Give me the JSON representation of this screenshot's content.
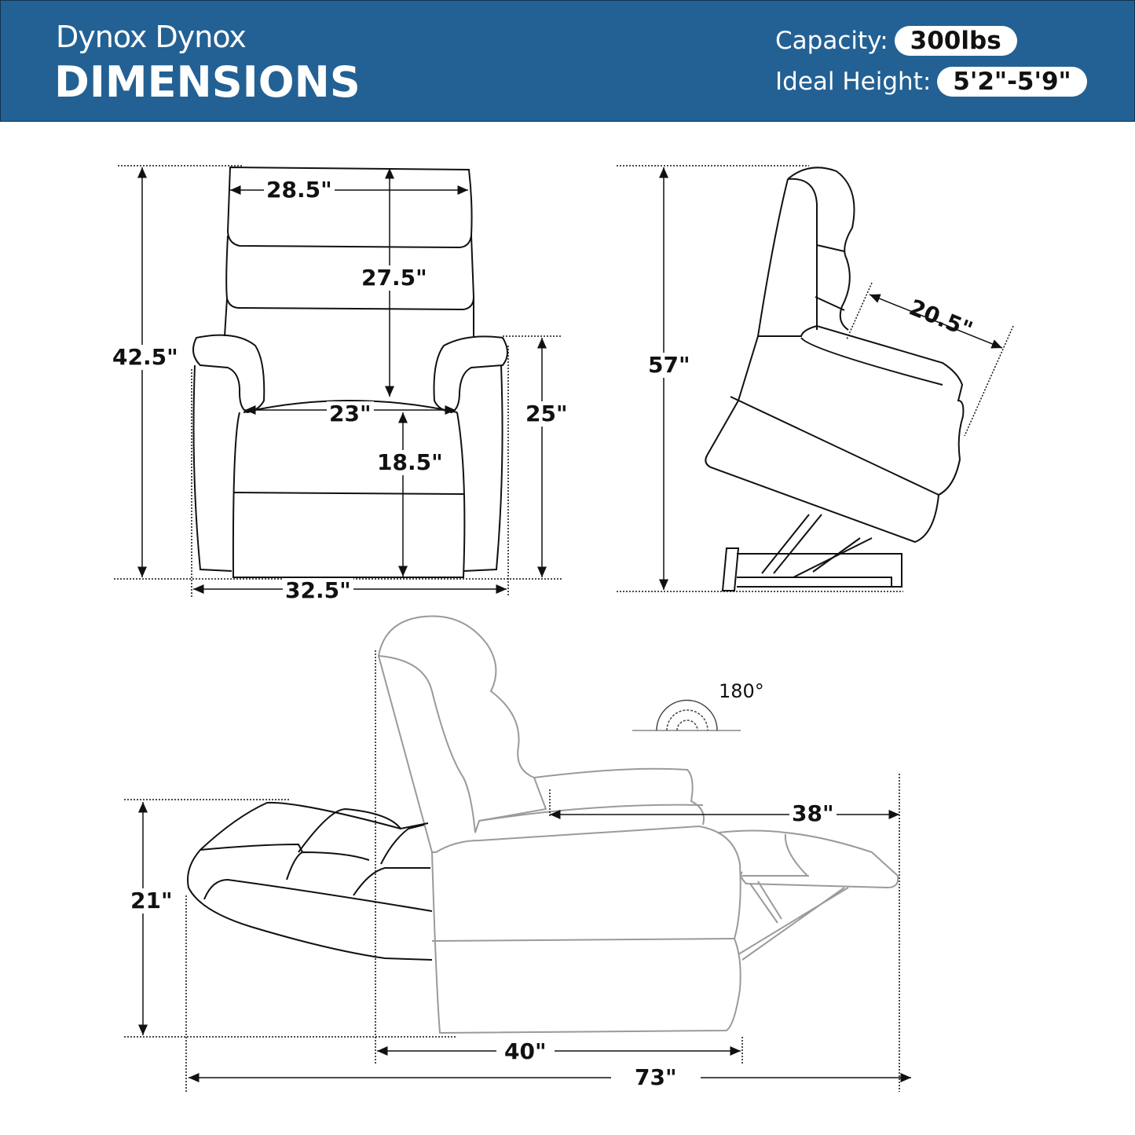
{
  "header": {
    "brand": "Dynox Dynox",
    "title": "DIMENSIONS",
    "capacity_label": "Capacity:",
    "capacity_value": "300lbs",
    "height_label": "Ideal Height:",
    "height_value": "5'2\"-5'9\""
  },
  "front_view": {
    "back_width": "28.5\"",
    "back_height": "27.5\"",
    "total_height": "42.5\"",
    "seat_width": "23\"",
    "seat_height": "18.5\"",
    "arm_height": "25\"",
    "total_width": "32.5\""
  },
  "side_view": {
    "lift_height": "57\"",
    "seat_depth": "20.5\""
  },
  "recline_view": {
    "recline_angle": "180°",
    "height": "21\"",
    "footrest_length": "38\"",
    "depth": "40\"",
    "total_length": "73\""
  },
  "colors": {
    "header_bg": "#236194",
    "line": "#111111",
    "recline_line": "#9a9a9a"
  }
}
